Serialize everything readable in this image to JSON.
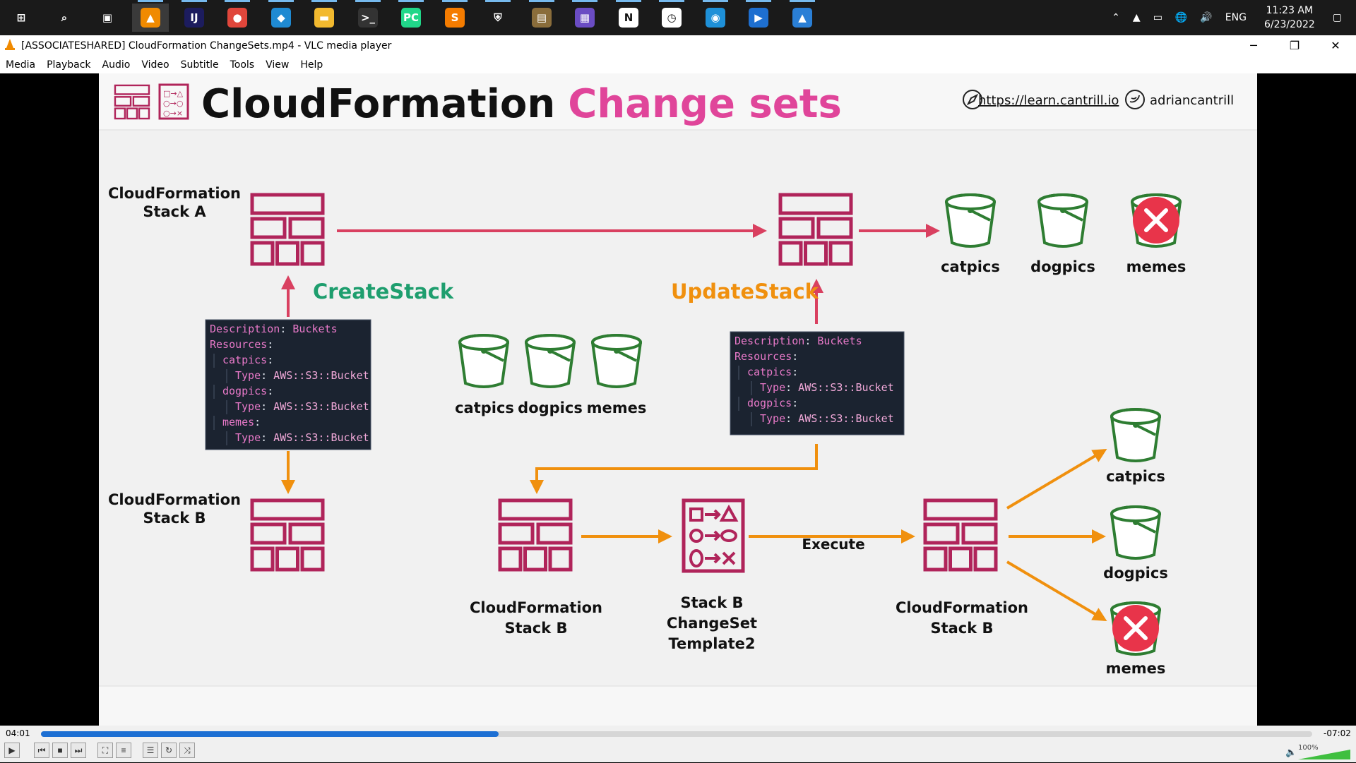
{
  "taskbar": {
    "apps": [
      {
        "name": "start",
        "glyph": "⊞",
        "color": "#1a1a1a"
      },
      {
        "name": "search",
        "glyph": "⌕",
        "color": "#1a1a1a"
      },
      {
        "name": "task-view",
        "glyph": "▣",
        "color": "#1a1a1a"
      },
      {
        "name": "vlc",
        "glyph": "▲",
        "color": "#f08a00"
      },
      {
        "name": "intellij",
        "glyph": "IJ",
        "color": "#1c1c5e"
      },
      {
        "name": "chrome",
        "glyph": "●",
        "color": "#e0463b"
      },
      {
        "name": "vscode",
        "glyph": "◆",
        "color": "#1f8ad2"
      },
      {
        "name": "file-explorer",
        "glyph": "▬",
        "color": "#f2b92f"
      },
      {
        "name": "terminal",
        "glyph": ">_",
        "color": "#333333"
      },
      {
        "name": "pycharm",
        "glyph": "PC",
        "color": "#21d789"
      },
      {
        "name": "sublime",
        "glyph": "S",
        "color": "#f57c00"
      },
      {
        "name": "security",
        "glyph": "⛨",
        "color": "#1a1a1a"
      },
      {
        "name": "notes",
        "glyph": "▤",
        "color": "#8a6d3b"
      },
      {
        "name": "media",
        "glyph": "▦",
        "color": "#6a4cc3"
      },
      {
        "name": "notion",
        "glyph": "N",
        "color": "#ffffff"
      },
      {
        "name": "clock-app",
        "glyph": "◷",
        "color": "#ffffff"
      },
      {
        "name": "edge",
        "glyph": "◉",
        "color": "#1e90d8"
      },
      {
        "name": "video-editor",
        "glyph": "▶",
        "color": "#1e6fd0"
      },
      {
        "name": "photos",
        "glyph": "▲",
        "color": "#2a7fd6"
      }
    ],
    "language": "ENG",
    "time": "11:23 AM",
    "date": "6/23/2022"
  },
  "window": {
    "title": "[ASSOCIATESHARED] CloudFormation ChangeSets.mp4 - VLC media player",
    "menu": [
      "Media",
      "Playback",
      "Audio",
      "Video",
      "Subtitle",
      "Tools",
      "View",
      "Help"
    ]
  },
  "slide": {
    "title_main": "CloudFormation",
    "title_accent": "Change sets",
    "link": "https://learn.cantrill.io",
    "handle": "adriancantrill",
    "stack_a_label": [
      "CloudFormation",
      "Stack A"
    ],
    "stack_b_label": [
      "CloudFormation",
      "Stack B"
    ],
    "create_stack": "CreateStack",
    "update_stack": "UpdateStack",
    "execute": "Execute",
    "changeset_label": [
      "Stack B",
      "ChangeSet",
      "Template2"
    ],
    "bucket_names": {
      "catpics": "catpics",
      "dogpics": "dogpics",
      "memes": "memes"
    },
    "template1": [
      {
        "indent": 0,
        "key": "Description",
        "val": "Buckets"
      },
      {
        "indent": 0,
        "key": "Resources",
        "val": ""
      },
      {
        "indent": 1,
        "key": "catpics",
        "val": ""
      },
      {
        "indent": 2,
        "key": "Type",
        "val": "AWS::S3::Bucket"
      },
      {
        "indent": 1,
        "key": "dogpics",
        "val": ""
      },
      {
        "indent": 2,
        "key": "Type",
        "val": "AWS::S3::Bucket"
      },
      {
        "indent": 1,
        "key": "memes",
        "val": ""
      },
      {
        "indent": 2,
        "key": "Type",
        "val": "AWS::S3::Bucket"
      }
    ],
    "template2": [
      {
        "indent": 0,
        "key": "Description",
        "val": "Buckets"
      },
      {
        "indent": 0,
        "key": "Resources",
        "val": ""
      },
      {
        "indent": 1,
        "key": "catpics",
        "val": ""
      },
      {
        "indent": 2,
        "key": "Type",
        "val": "AWS::S3::Bucket"
      },
      {
        "indent": 1,
        "key": "dogpics",
        "val": ""
      },
      {
        "indent": 2,
        "key": "Type",
        "val": "AWS::S3::Bucket"
      }
    ],
    "colors": {
      "stack": "#b0245a",
      "accent_pink": "#e0459a",
      "create_green": "#1e9e6e",
      "update_orange": "#f0900e",
      "red_arrow": "#d94060",
      "bucket": "#2e7d32",
      "delete": "#e8344a"
    }
  },
  "player": {
    "elapsed": "04:01",
    "remaining": "-07:02",
    "progress": 0.36,
    "volume": "100%"
  }
}
